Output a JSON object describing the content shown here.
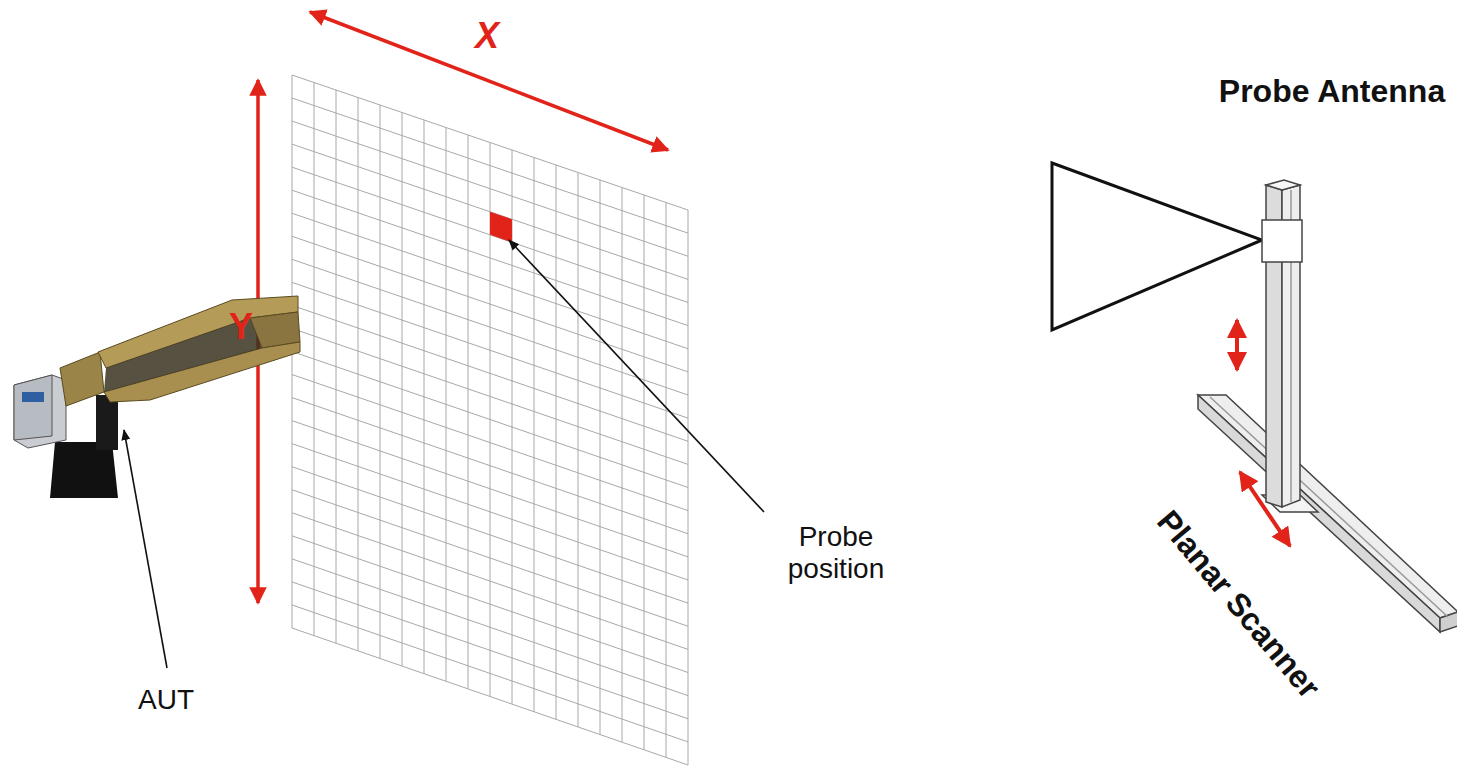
{
  "diagram": {
    "labels": [
      "X",
      "Y",
      "Probe position",
      "AUT",
      "Probe Antenna",
      "Planar Scanner"
    ]
  }
}
